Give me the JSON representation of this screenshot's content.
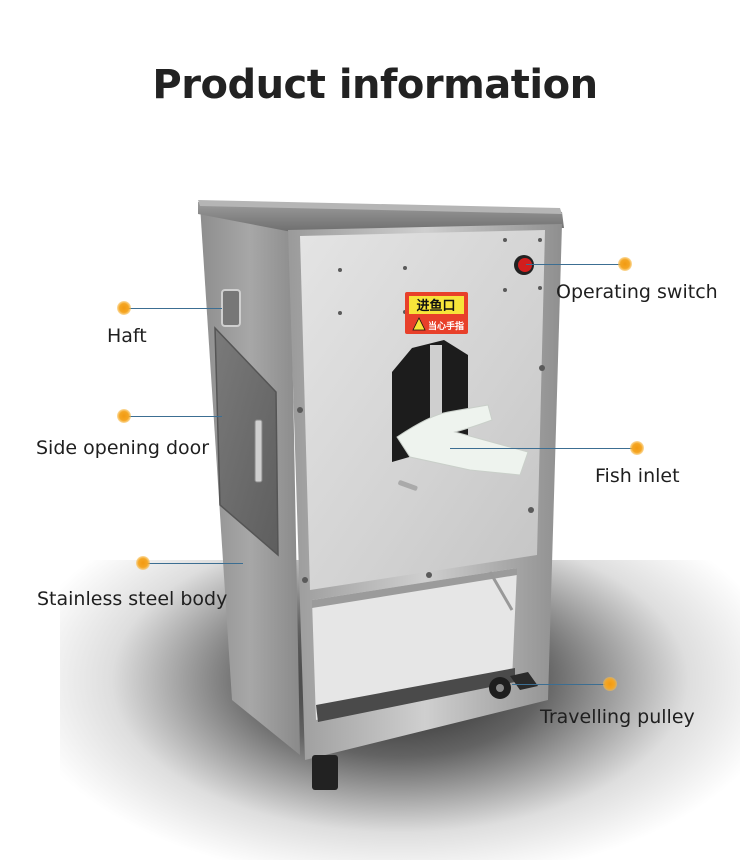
{
  "header": {
    "title": "Product information"
  },
  "sign": {
    "line1": "进鱼口",
    "line2": "当心手指"
  },
  "colors": {
    "dot": "#F5A623",
    "line": "#3C6E92",
    "steel": "#A9A9A9",
    "sign_red": "#E8402A",
    "sign_yellow": "#F7E43A",
    "switch_red": "#D21E1E"
  },
  "callouts": [
    {
      "id": "haft",
      "label": "Haft"
    },
    {
      "id": "operating-switch",
      "label": "Operating switch"
    },
    {
      "id": "side-opening-door",
      "label": "Side opening door"
    },
    {
      "id": "fish-inlet",
      "label": "Fish inlet"
    },
    {
      "id": "stainless-steel-body",
      "label": "Stainless steel body"
    },
    {
      "id": "travelling-pulley",
      "label": "Travelling pulley"
    }
  ]
}
